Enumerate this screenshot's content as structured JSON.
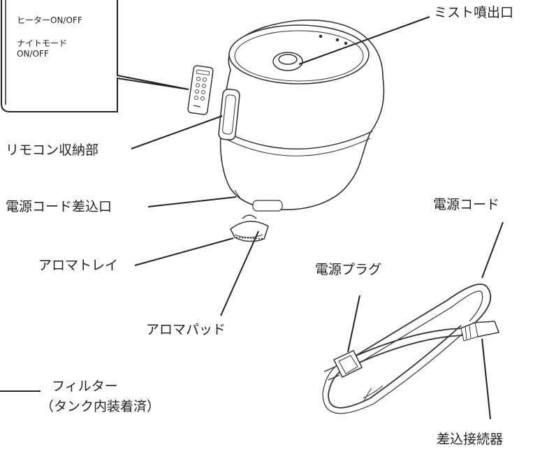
{
  "remote_box": {
    "heater": "ヒーターON/OFF",
    "night_mode_1": "ナイトモード",
    "night_mode_2": "ON/OFF"
  },
  "labels": {
    "mist_outlet": "ミスト噴出口",
    "remote_storage": "リモコン収納部",
    "power_inlet": "電源コード差込口",
    "aroma_tray": "アロマトレイ",
    "aroma_pad": "アロマパッド",
    "power_cord": "電源コード",
    "power_plug": "電源プラグ",
    "connector": "差込接続器",
    "filter_1": "フィルター",
    "filter_2": "（タンク内装着済）"
  }
}
